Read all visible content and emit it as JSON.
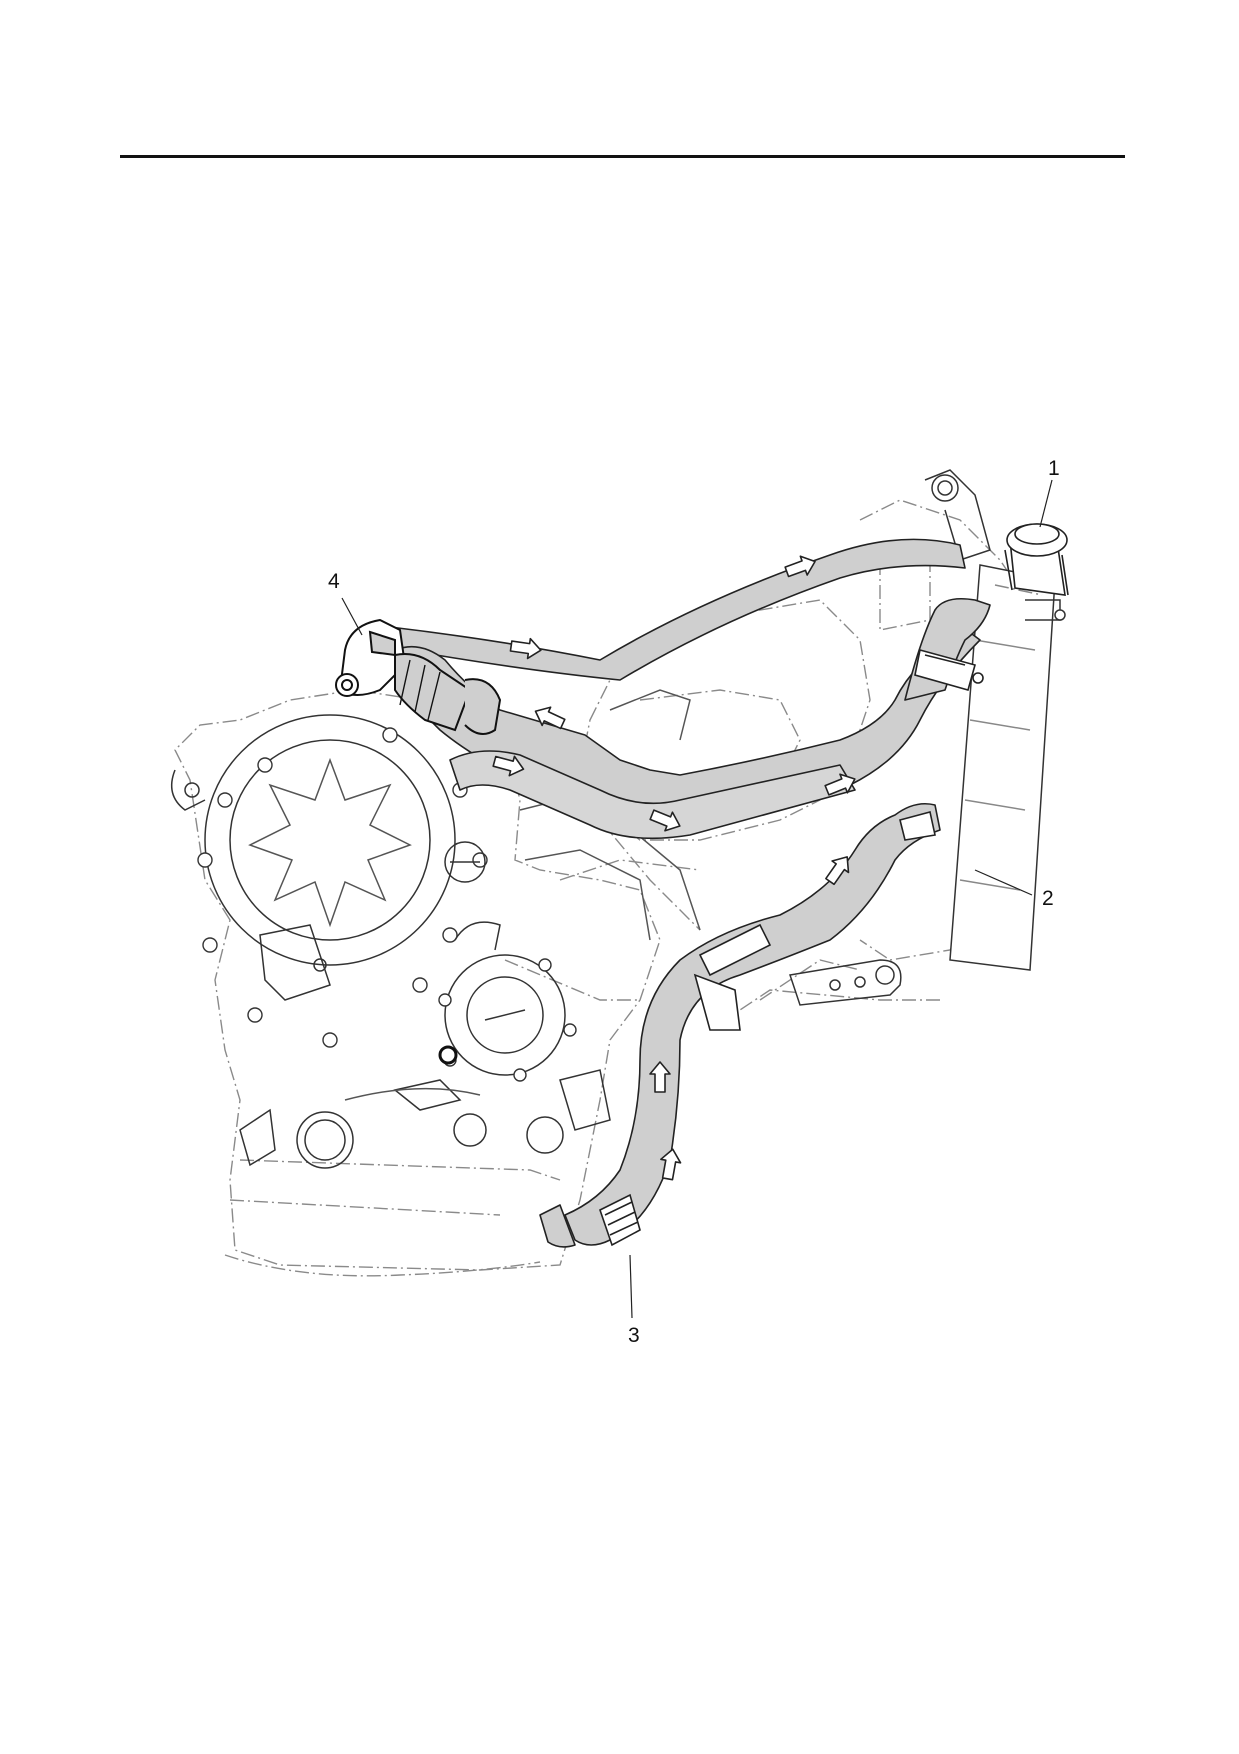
{
  "callouts": {
    "c1": "1",
    "c2": "2",
    "c3": "3",
    "c4": "4"
  },
  "colors": {
    "hose_fill": "#cfcfcf",
    "line": "#222222",
    "ghost": "#8a8a8a"
  },
  "icons": [
    "flow-arrow-icon"
  ]
}
